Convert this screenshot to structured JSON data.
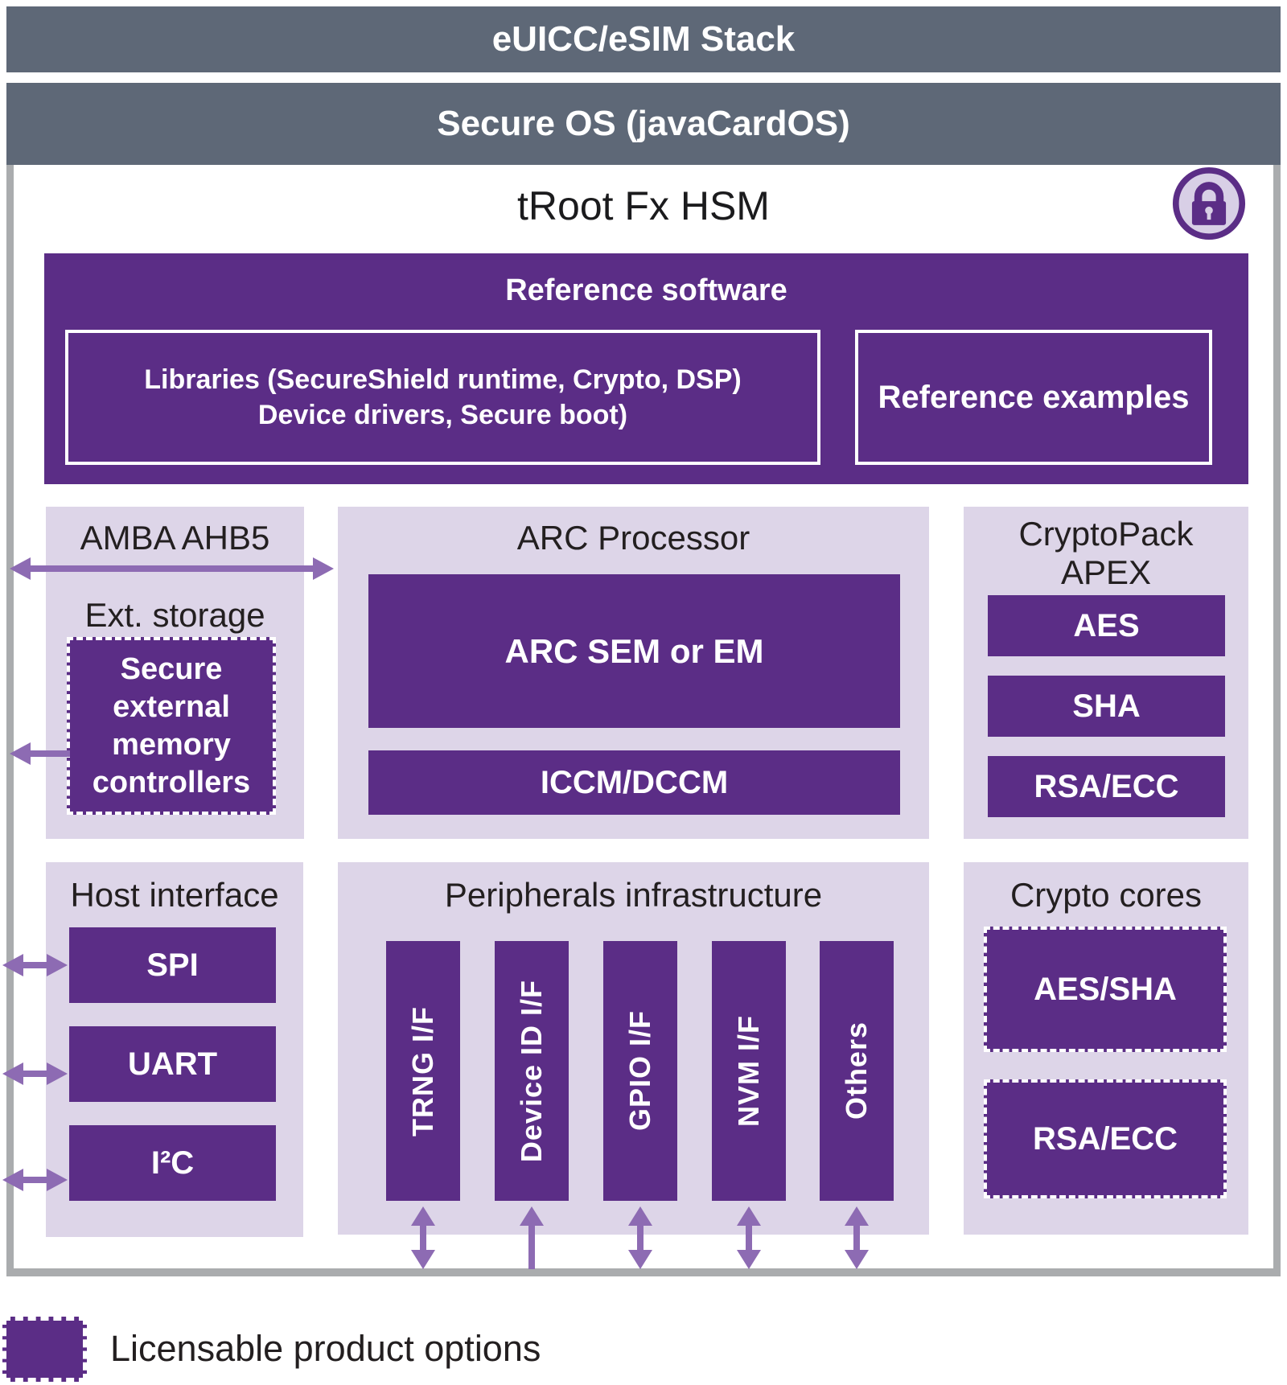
{
  "colors": {
    "slate": "#5e6877",
    "purple": "#5b2d86",
    "lavender": "#ddd5e8",
    "arrow": "#8d6bb3",
    "border_gray": "#aaacae",
    "ink": "#231f20"
  },
  "icons": {
    "lock": "lock-icon"
  },
  "top_bars": {
    "stack": "eUICC/eSIM Stack",
    "secure_os": "Secure OS (javaCardOS)"
  },
  "hsm": {
    "title": "tRoot Fx HSM",
    "reference_software": {
      "title": "Reference software",
      "libraries": "Libraries (SecureShield runtime, Crypto, DSP)\nDevice drivers, Secure boot)",
      "examples": "Reference examples"
    },
    "amba": {
      "title": "AMBA AHB5",
      "ext_storage": "Ext. storage",
      "secure_memory": "Secure external memory controllers"
    },
    "arc": {
      "title": "ARC Processor",
      "core": "ARC SEM or EM",
      "memory": "ICCM/DCCM"
    },
    "cryptopack": {
      "title": "CryptoPack APEX",
      "items": [
        "AES",
        "SHA",
        "RSA/ECC"
      ]
    },
    "host_interface": {
      "title": "Host interface",
      "items": [
        "SPI",
        "UART",
        "I²C"
      ]
    },
    "peripherals": {
      "title": "Peripherals infrastructure",
      "bars": [
        "TRNG I/F",
        "Device ID I/F",
        "GPIO I/F",
        "NVM I/F",
        "Others"
      ]
    },
    "crypto_cores": {
      "title": "Crypto cores",
      "items": [
        "AES/SHA",
        "RSA/ECC"
      ]
    }
  },
  "legend": {
    "label": "Licensable product options"
  }
}
